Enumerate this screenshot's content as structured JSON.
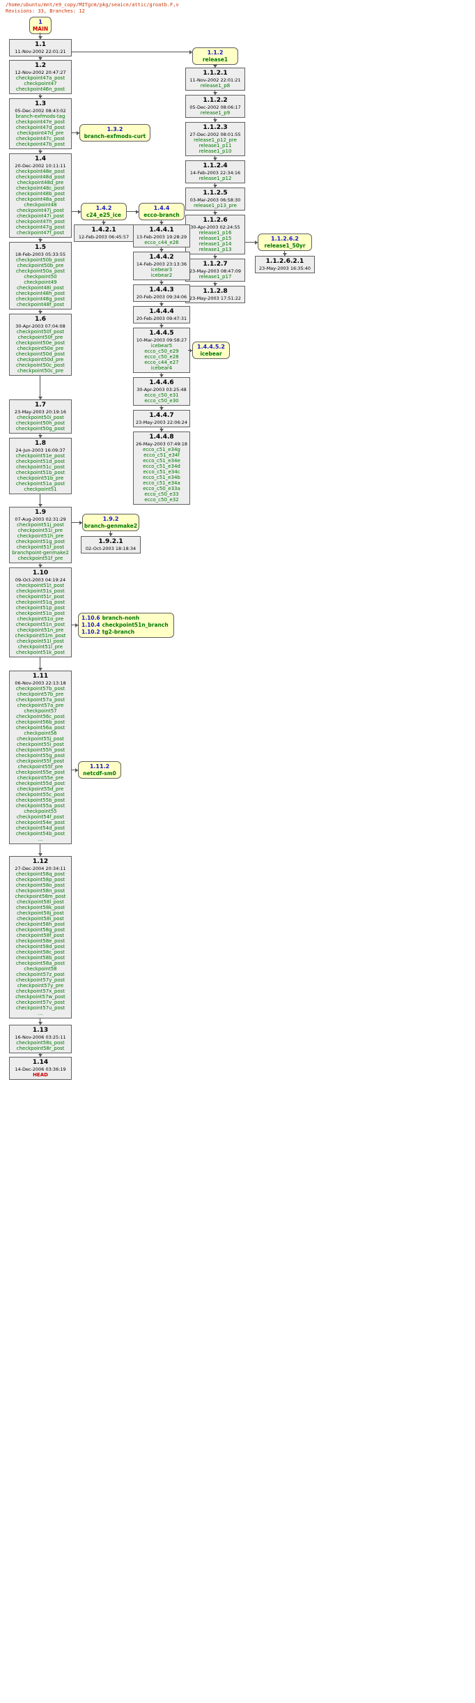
{
  "header": {
    "path": "/home/ubuntu/mnt/e9_copy/MITgcm/pkg/seaice/attic/groatb.F,v",
    "summary": "Revisions: 33, Branches: 12"
  },
  "colors": {
    "tag_green": "#007800",
    "branch_blue": "#1818cc",
    "head_red": "#cc0000",
    "branch_bg": "#ffffc6",
    "rev_bg": "#ededed"
  },
  "branches": {
    "main": {
      "rev": "1",
      "name": "MAIN"
    },
    "release1": {
      "rev": "1.1.2",
      "name": "release1"
    },
    "exfmods": {
      "rev": "1.3.2",
      "name": "branch-exfmods-curt"
    },
    "c24": {
      "rev": "1.4.2",
      "name": "c24_e25_ice"
    },
    "ecco": {
      "rev": "1.4.4",
      "name": "ecco-branch"
    },
    "icebear": {
      "rev": "1.4.4.5.2",
      "name": "icebear"
    },
    "r50yr": {
      "rev": "1.1.2.6.2",
      "name": "release1_50yr"
    },
    "genmake": {
      "rev": "1.9.2",
      "name": "branch-genmake2"
    },
    "netcdf": {
      "rev": "1.11.2",
      "name": "netcdf-sm0"
    },
    "multi": [
      {
        "rev": "1.10.6",
        "name": "branch-nonh"
      },
      {
        "rev": "1.10.4",
        "name": "checkpoint51n_branch"
      },
      {
        "rev": "1.10.2",
        "name": "tg2-branch"
      }
    ]
  },
  "trunk": [
    {
      "rev": "1.1",
      "date": "11-Nov-2002 22:01:21",
      "tags": []
    },
    {
      "rev": "1.2",
      "date": "12-Nov-2002 20:47:27",
      "tags": [
        "checkpoint47a_post",
        "checkpoint47",
        "checkpoint46n_post"
      ]
    },
    {
      "rev": "1.3",
      "date": "05-Dec-2002 08:43:02",
      "tags": [
        "branch-exfmods-tag",
        "checkpoint47e_post",
        "checkpoint47d_post",
        "checkpoint47d_pre",
        "checkpoint47c_post",
        "checkpoint47b_post"
      ]
    },
    {
      "rev": "1.4",
      "date": "20-Dec-2002 10:11:11",
      "tags": [
        "checkpoint48e_post",
        "checkpoint48d_post",
        "checkpoint48d_pre",
        "checkpoint48c_post",
        "checkpoint48b_post",
        "checkpoint48a_post",
        "checkpoint48",
        "checkpoint47j_post",
        "checkpoint47i_post",
        "checkpoint47h_post",
        "checkpoint47g_post",
        "checkpoint47f_post"
      ]
    },
    {
      "rev": "1.5",
      "date": "18-Feb-2003 05:33:55",
      "tags": [
        "checkpoint50b_post",
        "checkpoint50b_pre",
        "checkpoint50a_post",
        "checkpoint50",
        "checkpoint49",
        "checkpoint48i_post",
        "checkpoint48h_post",
        "checkpoint48g_post",
        "checkpoint48f_post"
      ]
    },
    {
      "rev": "1.6",
      "date": "30-Apr-2003 07:04:08",
      "tags": [
        "checkpoint50f_post",
        "checkpoint50f_pre",
        "checkpoint50e_post",
        "checkpoint50e_pre",
        "checkpoint50d_post",
        "checkpoint50d_pre",
        "checkpoint50c_post",
        "checkpoint50c_pre"
      ]
    },
    {
      "rev": "1.7",
      "date": "23-May-2003 20:19:16",
      "tags": [
        "checkpoint50i_post",
        "checkpoint50h_post",
        "checkpoint50g_post"
      ]
    },
    {
      "rev": "1.8",
      "date": "24-Jun-2003 16:09:37",
      "tags": [
        "checkpoint51e_post",
        "checkpoint51d_post",
        "checkpoint51c_post",
        "checkpoint51b_post",
        "checkpoint51b_pre",
        "checkpoint51a_post",
        "checkpoint51"
      ]
    },
    {
      "rev": "1.9",
      "date": "07-Aug-2003 02:31:29",
      "tags": [
        "checkpoint51j_post",
        "checkpoint51i_pre",
        "checkpoint51h_pre",
        "checkpoint51g_post",
        "checkpoint51f_post",
        "branchpoint-genmake2",
        "checkpoint51f_pre"
      ]
    },
    {
      "rev": "1.10",
      "date": "09-Oct-2003 04:19:24",
      "tags": [
        "checkpoint51t_post",
        "checkpoint51s_post",
        "checkpoint51r_post",
        "checkpoint51q_post",
        "checkpoint51p_post",
        "checkpoint51o_post",
        "checkpoint51o_pre",
        "checkpoint51n_post",
        "checkpoint51n_pre",
        "checkpoint51m_post",
        "checkpoint51l_post",
        "checkpoint51l_pre",
        "checkpoint51k_post"
      ]
    },
    {
      "rev": "1.11",
      "date": "06-Nov-2003 22:13:18",
      "tags": [
        "checkpoint57b_post",
        "checkpoint57b_pre",
        "checkpoint57a_post",
        "checkpoint57a_pre",
        "checkpoint57",
        "checkpoint56c_post",
        "checkpoint56b_post",
        "checkpoint56a_post",
        "checkpoint56",
        "checkpoint55j_post",
        "checkpoint55i_post",
        "checkpoint55h_post",
        "checkpoint55g_post",
        "checkpoint55f_post",
        "checkpoint55f_pre",
        "checkpoint55e_post",
        "checkpoint55e_pre",
        "checkpoint55d_post",
        "checkpoint55d_pre",
        "checkpoint55c_post",
        "checkpoint55b_post",
        "checkpoint55a_post",
        "checkpoint55",
        "checkpoint54f_post",
        "checkpoint54e_post",
        "checkpoint54d_post",
        "checkpoint54b_post",
        "..."
      ]
    },
    {
      "rev": "1.12",
      "date": "27-Dec-2004 20:34:11",
      "tags": [
        "checkpoint58q_post",
        "checkpoint58p_post",
        "checkpoint58o_post",
        "checkpoint58n_post",
        "checkpoint58m_post",
        "checkpoint58l_post",
        "checkpoint58k_post",
        "checkpoint58j_post",
        "checkpoint58i_post",
        "checkpoint58h_post",
        "checkpoint58g_post",
        "checkpoint58f_post",
        "checkpoint58e_post",
        "checkpoint58d_post",
        "checkpoint58c_post",
        "checkpoint58b_post",
        "checkpoint58a_post",
        "checkpoint58",
        "checkpoint57z_post",
        "checkpoint57y_post",
        "checkpoint57y_pre",
        "checkpoint57x_post",
        "checkpoint57w_post",
        "checkpoint57v_post",
        "checkpoint57u_post",
        "..."
      ]
    },
    {
      "rev": "1.13",
      "date": "16-Nov-2006 03:25:11",
      "tags": [
        "checkpoint58s_post",
        "checkpoint58r_post"
      ]
    },
    {
      "rev": "1.14",
      "date": "14-Dec-2006 03:36:19",
      "tags": [
        "HEAD"
      ]
    }
  ],
  "releaseNodes": [
    {
      "rev": "1.1.2.1",
      "date": "11-Nov-2002 22:01:21",
      "tags": [
        "release1_p8"
      ]
    },
    {
      "rev": "1.1.2.2",
      "date": "05-Dec-2002 08:06:17",
      "tags": [
        "release1_p9"
      ]
    },
    {
      "rev": "1.1.2.3",
      "date": "27-Dec-2002 08:01:55",
      "tags": [
        "release1_p12_pre",
        "release1_p11",
        "release1_p10"
      ]
    },
    {
      "rev": "1.1.2.4",
      "date": "14-Feb-2003 22:34:16",
      "tags": [
        "release1_p12"
      ]
    },
    {
      "rev": "1.1.2.5",
      "date": "03-Mar-2003 06:58:30",
      "tags": [
        "release1_p13_pre"
      ]
    },
    {
      "rev": "1.1.2.6",
      "date": "30-Apr-2003 02:24:55",
      "tags": [
        "release1_p16",
        "release1_p15",
        "release1_p14",
        "release1_p13"
      ]
    },
    {
      "rev": "1.1.2.7",
      "date": "23-May-2003 08:47:09",
      "tags": [
        "release1_p17"
      ]
    },
    {
      "rev": "1.1.2.8",
      "date": "23-May-2003 17:51:22",
      "tags": []
    }
  ],
  "eccoNodes": [
    {
      "rev": "1.4.4.1",
      "date": "13-Feb-2003 19:28:29",
      "tags": [
        "ecco_c44_e26"
      ]
    },
    {
      "rev": "1.4.4.2",
      "date": "14-Feb-2003 23:13:36",
      "tags": [
        "icebear3",
        "icebear2"
      ]
    },
    {
      "rev": "1.4.4.3",
      "date": "20-Feb-2003 09:34:06",
      "tags": []
    },
    {
      "rev": "1.4.4.4",
      "date": "20-Feb-2003 09:47:31",
      "tags": []
    },
    {
      "rev": "1.4.4.5",
      "date": "10-Mar-2003 09:58:27",
      "tags": [
        "icebear5",
        "ecco_c50_e29",
        "ecco_c50_e28",
        "ecco_c44_e27",
        "icebear4"
      ]
    },
    {
      "rev": "1.4.4.6",
      "date": "30-Apr-2003 03:25:48",
      "tags": [
        "ecco_c50_e31",
        "ecco_c50_e30"
      ]
    },
    {
      "rev": "1.4.4.7",
      "date": "23-May-2003 22:06:24",
      "tags": []
    },
    {
      "rev": "1.4.4.8",
      "date": "26-May-2003 07:49:18",
      "tags": [
        "ecco_c51_e34g",
        "ecco_c51_e34f",
        "ecco_c51_e34e",
        "ecco_c51_e34d",
        "ecco_c51_e34c",
        "ecco_c51_e34b",
        "ecco_c51_e34a",
        "ecco_c50_e33a",
        "ecco_c50_e33",
        "ecco_c50_e32"
      ]
    }
  ],
  "c24Node": {
    "rev": "1.4.2.1",
    "date": "12-Feb-2003 06:45:57",
    "tags": []
  },
  "genmakeNode": {
    "rev": "1.9.2.1",
    "date": "02-Oct-2003 18:18:34",
    "tags": []
  },
  "r50yrNode": {
    "rev": "1.1.2.6.2.1",
    "date": "23-May-2003 16:35:40",
    "tags": []
  }
}
